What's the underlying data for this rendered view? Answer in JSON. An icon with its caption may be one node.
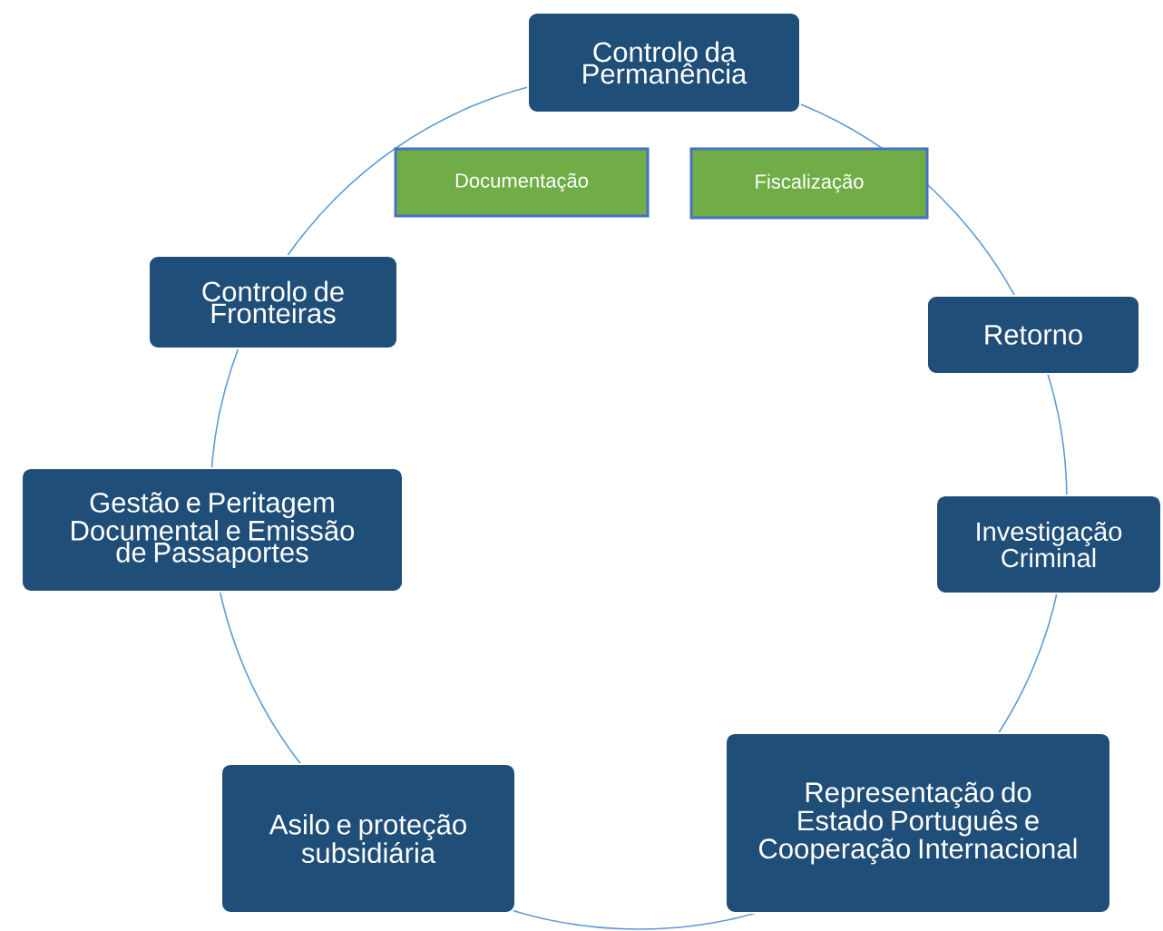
{
  "diagram": {
    "nodes": [
      {
        "text": [
          "Controlo da Permanência"
        ]
      },
      {
        "text": [
          "Documentação"
        ]
      },
      {
        "text": [
          "Fiscalização"
        ]
      },
      {
        "text": [
          "Controlo de Fronteiras"
        ]
      },
      {
        "text": [
          "Retorno"
        ]
      },
      {
        "text": [
          "Gestão e Peritagem Documental e Emissão de Passaportes"
        ]
      },
      {
        "text": [
          "Investigação Criminal"
        ]
      },
      {
        "text": [
          "Asilo e proteção subsidiária"
        ]
      },
      {
        "text": [
          "Representação do Estado Português e Cooperação Internacional"
        ]
      }
    ]
  }
}
